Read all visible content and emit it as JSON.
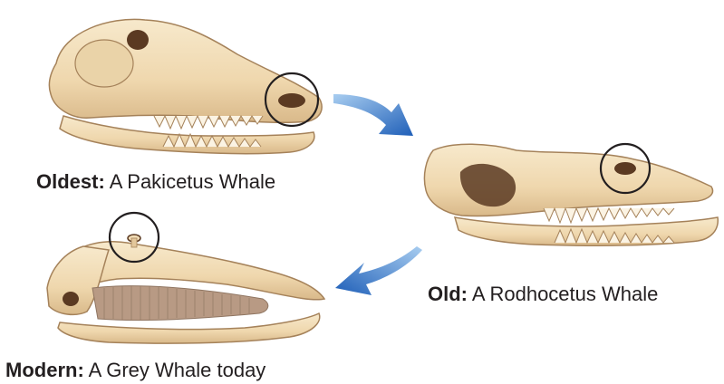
{
  "captions": {
    "oldest": {
      "label": "Oldest:",
      "text": " A Pakicetus Whale"
    },
    "old": {
      "label": "Old:",
      "text": " A Rodhocetus Whale"
    },
    "modern": {
      "label": "Modern:",
      "text": " A Grey Whale today"
    }
  },
  "colors": {
    "bone": "#f2ddb6",
    "bone_shadow": "#d9b98a",
    "outline": "#a5825a",
    "cavity": "#5b3a22",
    "circle": "#231f20",
    "arrow_light": "#7fb2e5",
    "arrow_dark": "#1f5fb8",
    "baleen": "#b89a84"
  },
  "icons": {
    "arrow_top": "curved-arrow-down-right-icon",
    "arrow_bottom": "curved-arrow-down-left-icon"
  }
}
